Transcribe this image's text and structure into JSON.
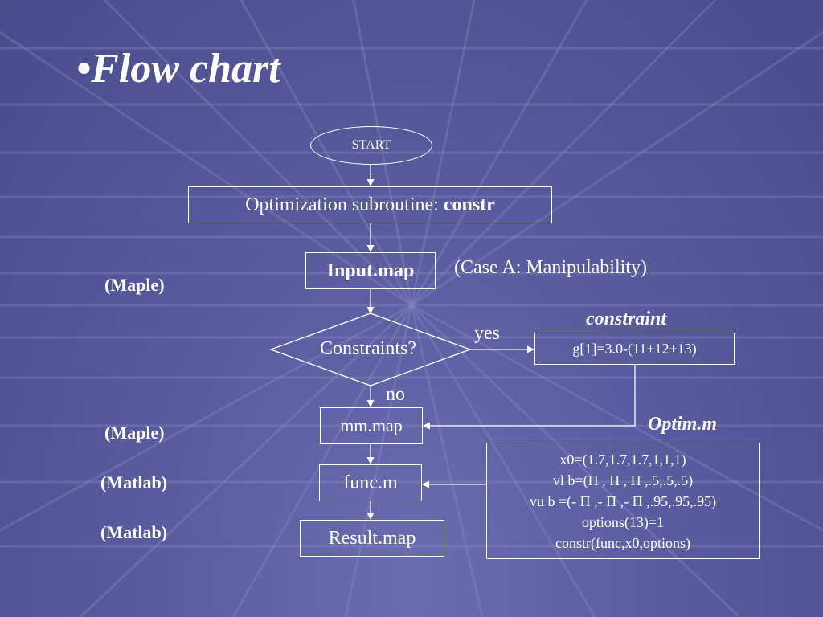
{
  "slide": {
    "title": "•Flow chart"
  },
  "flowchart": {
    "start": "START",
    "optim_prefix": "Optimization subroutine: ",
    "optim_name": "constr",
    "input_map": "Input.map",
    "case_note": "(Case A: Manipulability)",
    "decision": "Constraints?",
    "yes": "yes",
    "no": "no",
    "constraint_heading": "constraint",
    "constraint_expr": "g[1]=3.0-(11+12+13)",
    "mm_map": "mm.map",
    "optim_heading": "Optim.m",
    "func_m": "func.m",
    "result_map": "Result.map",
    "code_lines": [
      "x0=(1.7,1.7,1.7,1,1,1)",
      "vl b=(Π , Π , Π ,.5,.5,.5)",
      "vu b =(- Π ,- Π ,- Π ,.95,.95,.95)",
      "options(13)=1",
      "constr(func,x0,options)"
    ]
  },
  "side_labels": {
    "open": "(",
    "close": ")",
    "maple_1": "Maple",
    "maple_2": "Maple",
    "matlab_1": "Matlab",
    "matlab_2": "Matlab"
  }
}
